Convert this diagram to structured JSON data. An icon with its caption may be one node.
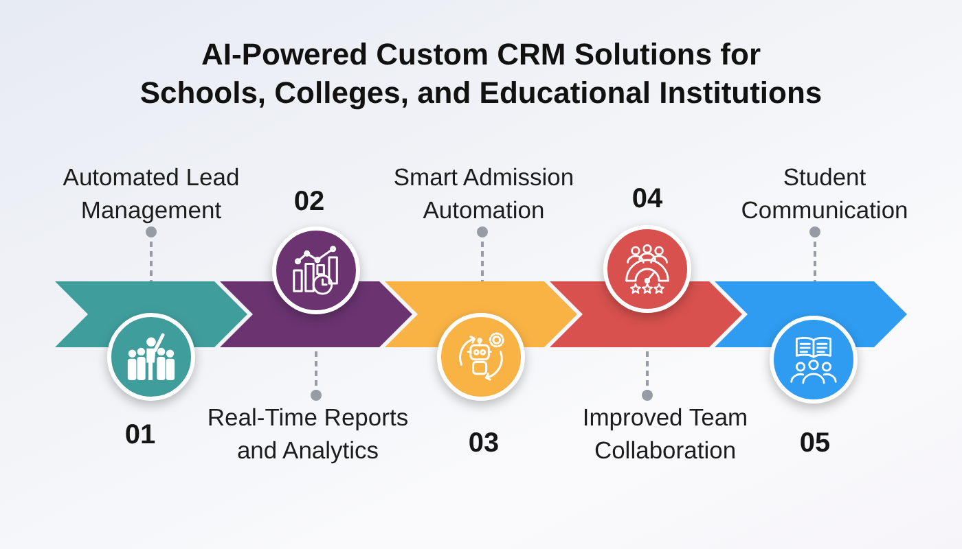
{
  "diagram": {
    "title": "AI-Powered Custom CRM Solutions for Schools, Colleges, and Educational Institutions",
    "nodes": [
      {
        "text": [
          "Automated Lead Management"
        ]
      },
      {
        "text": [],
        "shape": "chevron"
      },
      {
        "text": [],
        "shape": "circle",
        "beside": [
          "01"
        ]
      },
      {
        "text": [
          "Real-Time Reports and Analytics"
        ]
      },
      {
        "text": [],
        "shape": "chevron"
      },
      {
        "text": [],
        "shape": "circle",
        "beside": [
          "02"
        ]
      },
      {
        "text": [
          "Smart Admission Automation"
        ]
      },
      {
        "text": [],
        "shape": "chevron"
      },
      {
        "text": [],
        "shape": "circle",
        "beside": [
          "03"
        ]
      },
      {
        "text": [
          "Improved Team Collaboration"
        ]
      },
      {
        "text": [],
        "shape": "chevron"
      },
      {
        "text": [],
        "shape": "circle",
        "beside": [
          "04"
        ]
      },
      {
        "text": [
          "Student Communication"
        ]
      },
      {
        "text": [],
        "shape": "chevron"
      },
      {
        "text": [],
        "shape": "circle",
        "beside": [
          "05"
        ]
      }
    ],
    "edges": [
      {
        "from": 0,
        "to": 1,
        "arrow": "other",
        "style": "dashed"
      },
      {
        "from": 3,
        "to": 4,
        "arrow": "other",
        "style": "dashed"
      },
      {
        "from": 6,
        "to": 7,
        "arrow": "other",
        "style": "dashed"
      },
      {
        "from": 9,
        "to": 10,
        "arrow": "other",
        "style": "dashed"
      },
      {
        "from": 12,
        "to": 13,
        "arrow": "other",
        "style": "dashed"
      },
      {
        "from": 1,
        "to": 4,
        "arrow": "to",
        "color": "#3f9e9c"
      },
      {
        "from": 4,
        "to": 7,
        "arrow": "to",
        "color": "#6b3471"
      },
      {
        "from": 7,
        "to": 10,
        "arrow": "to",
        "color": "#f9b345"
      },
      {
        "from": 10,
        "to": 13,
        "arrow": "to",
        "color": "#d8514e"
      },
      {
        "from": 13,
        "to": null,
        "arrow": "to",
        "color": "#2f9cf1"
      }
    ]
  }
}
